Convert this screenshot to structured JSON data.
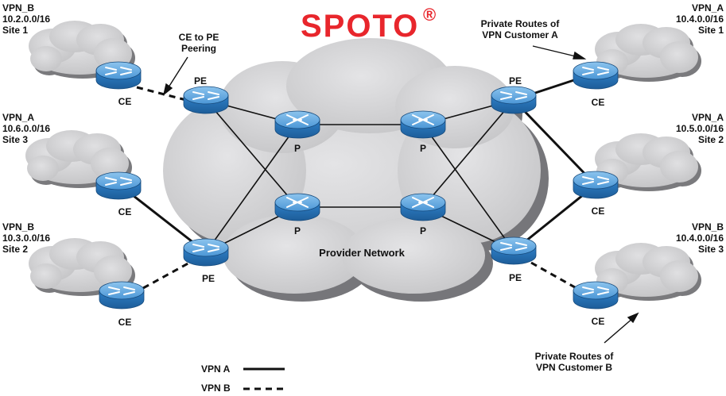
{
  "logo": {
    "text": "SPOTO",
    "mark": "®",
    "color": "#e8262c"
  },
  "provider_network": {
    "label": "Provider Network"
  },
  "colors": {
    "cloud_fill": "#c8c8ca",
    "cloud_shadow": "#7a7a7d",
    "router_blue": "#2f80c8",
    "line": "#111111"
  },
  "sites": [
    {
      "vpn": "VPN_B",
      "subnet": "10.2.0.0/16",
      "site": "Site 1"
    },
    {
      "vpn": "VPN_A",
      "subnet": "10.6.0.0/16",
      "site": "Site 3"
    },
    {
      "vpn": "VPN_B",
      "subnet": "10.3.0.0/16",
      "site": "Site 2"
    },
    {
      "vpn": "VPN_A",
      "subnet": "10.4.0.0/16",
      "site": "Site 1"
    },
    {
      "vpn": "VPN_A",
      "subnet": "10.5.0.0/16",
      "site": "Site 2"
    },
    {
      "vpn": "VPN_B",
      "subnet": "10.4.0.0/16",
      "site": "Site 3"
    }
  ],
  "routers": {
    "ce_label": "CE",
    "pe_label": "PE",
    "p_label": "P"
  },
  "annotations": {
    "peering": [
      "CE to PE",
      "Peering"
    ],
    "private_a": [
      "Private Routes of",
      "VPN Customer A"
    ],
    "private_b": [
      "Private Routes of",
      "VPN Customer B"
    ]
  },
  "legend": {
    "vpn_a": {
      "label": "VPN A",
      "style": "solid"
    },
    "vpn_b": {
      "label": "VPN B",
      "style": "dashed"
    }
  }
}
